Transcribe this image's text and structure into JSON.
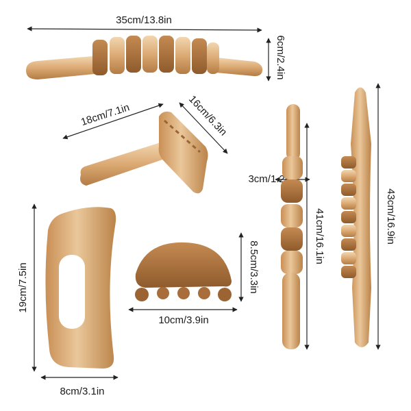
{
  "tools": [
    {
      "name": "roller-stick",
      "dimensions": [
        "35cm/13.8in",
        "6cm/2.4in"
      ]
    },
    {
      "name": "t-bar-massager",
      "dimensions": [
        "18cm/7.1in",
        "16cm/6.3in"
      ]
    },
    {
      "name": "gua-sha-board",
      "dimensions": [
        "19cm/7.5in",
        "8cm/3.1in"
      ]
    },
    {
      "name": "scalp-comb",
      "dimensions": [
        "8.5cm/3.3in",
        "10cm/3.9in"
      ]
    },
    {
      "name": "bead-roller",
      "dimensions": [
        "3cm/1.2in",
        "41cm/16.1in"
      ]
    },
    {
      "name": "long-roller-stick",
      "dimensions": [
        "43cm/16.9in"
      ]
    }
  ],
  "colors": {
    "wood_light": "#e9c9a0",
    "wood_mid": "#d9a873",
    "wood_dark": "#a8743f",
    "line": "#222222"
  }
}
